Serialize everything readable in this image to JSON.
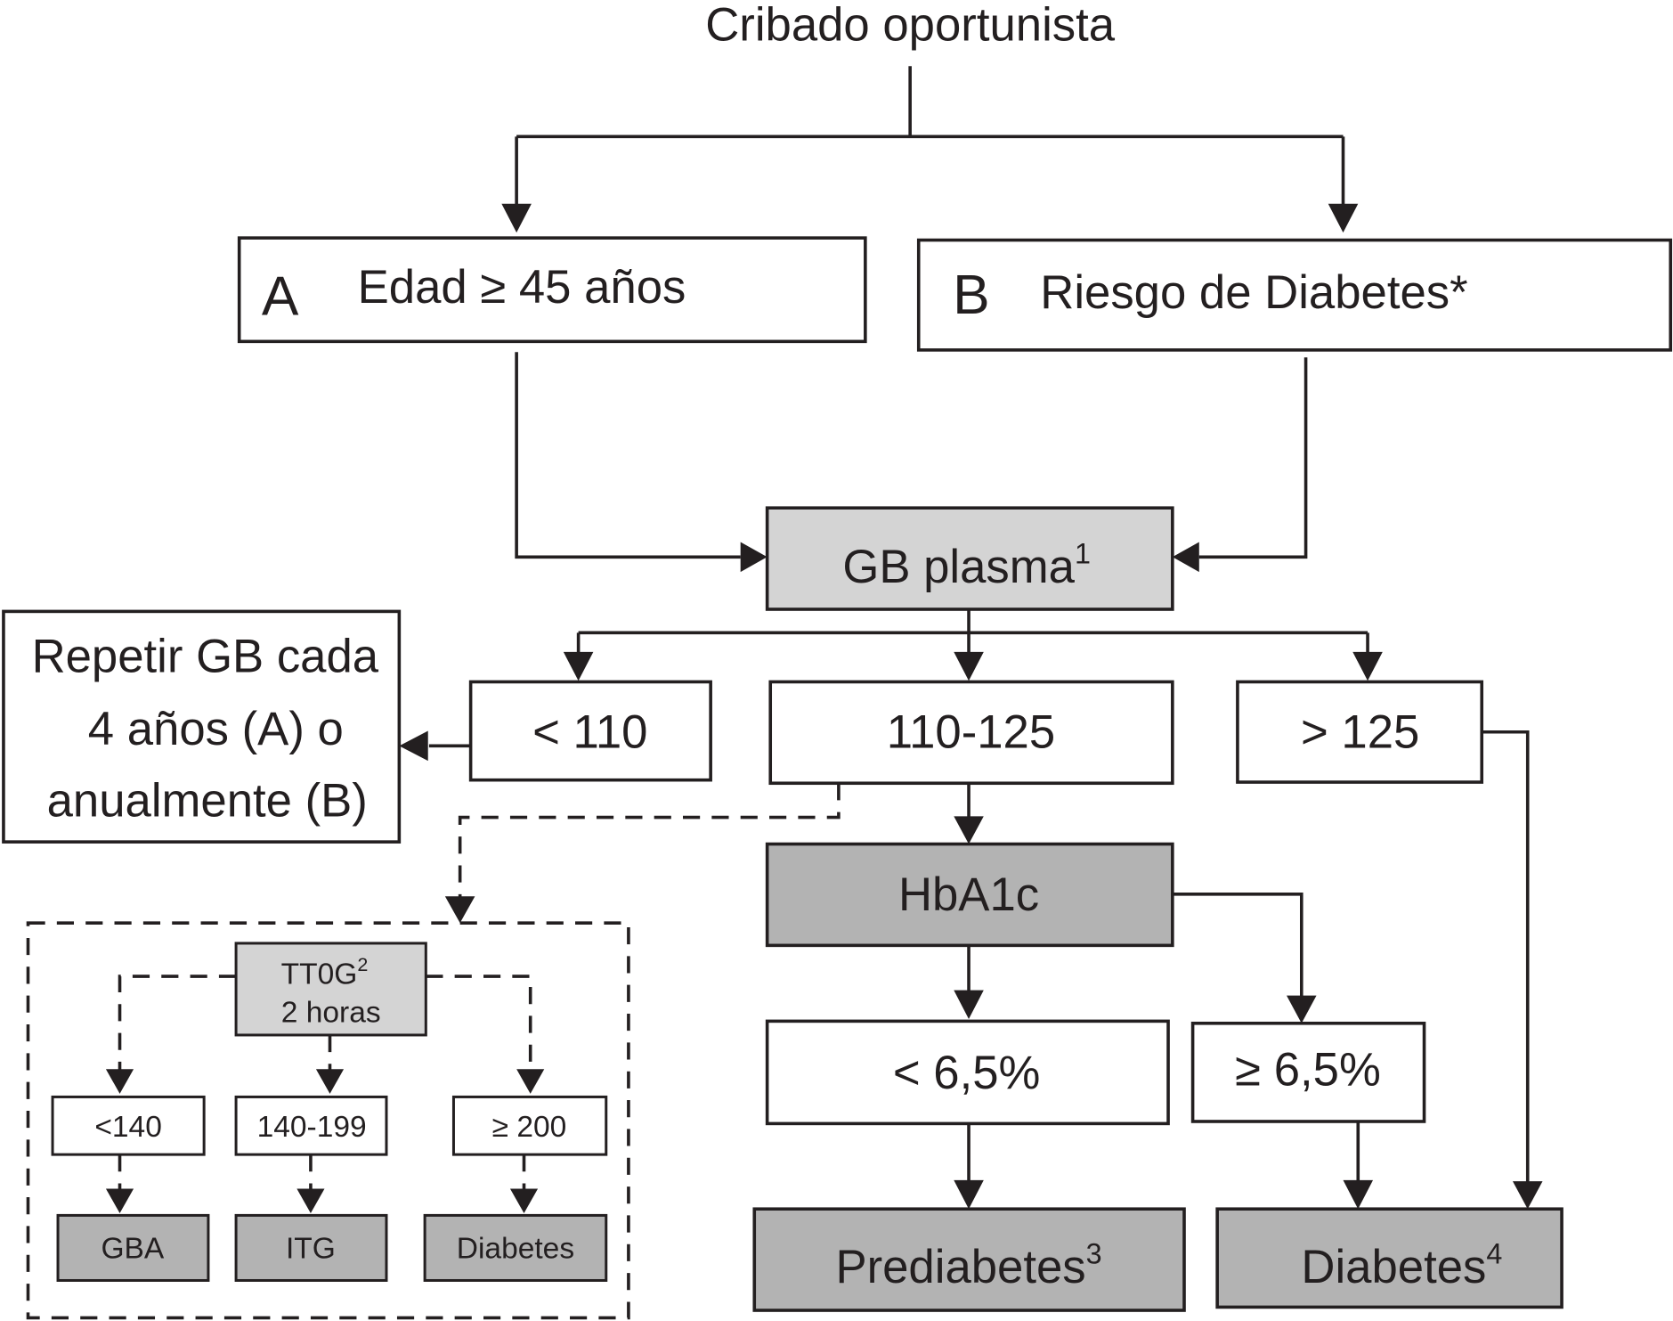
{
  "title": "Cribado oportunista",
  "criteria": {
    "a": {
      "letter": "A",
      "label": "Edad ≥ 45 años"
    },
    "b": {
      "letter": "B",
      "label": "Riesgo de Diabetes*"
    }
  },
  "gb_plasma": {
    "label": "GB plasma",
    "sup": "1"
  },
  "repeat_box": {
    "lines": [
      "Repetir GB cada",
      "4 años (A) o",
      "anualmente (B)"
    ]
  },
  "gb_ranges": {
    "low": "< 110",
    "mid": "110-125",
    "high": "> 125"
  },
  "hba1c": {
    "label": "HbA1c"
  },
  "hba1c_ranges": {
    "low": "< 6,5%",
    "high": "≥ 6,5%"
  },
  "outcomes": {
    "prediabetes": {
      "label": "Prediabetes",
      "sup": "3"
    },
    "diabetes": {
      "label": "Diabetes",
      "sup": "4"
    }
  },
  "ttog": {
    "label": "TT0G",
    "sup": "2",
    "duration": "2 horas",
    "ranges": [
      "<140",
      "140-199",
      "≥ 200"
    ],
    "results": [
      "GBA",
      "ITG",
      "Diabetes"
    ]
  }
}
